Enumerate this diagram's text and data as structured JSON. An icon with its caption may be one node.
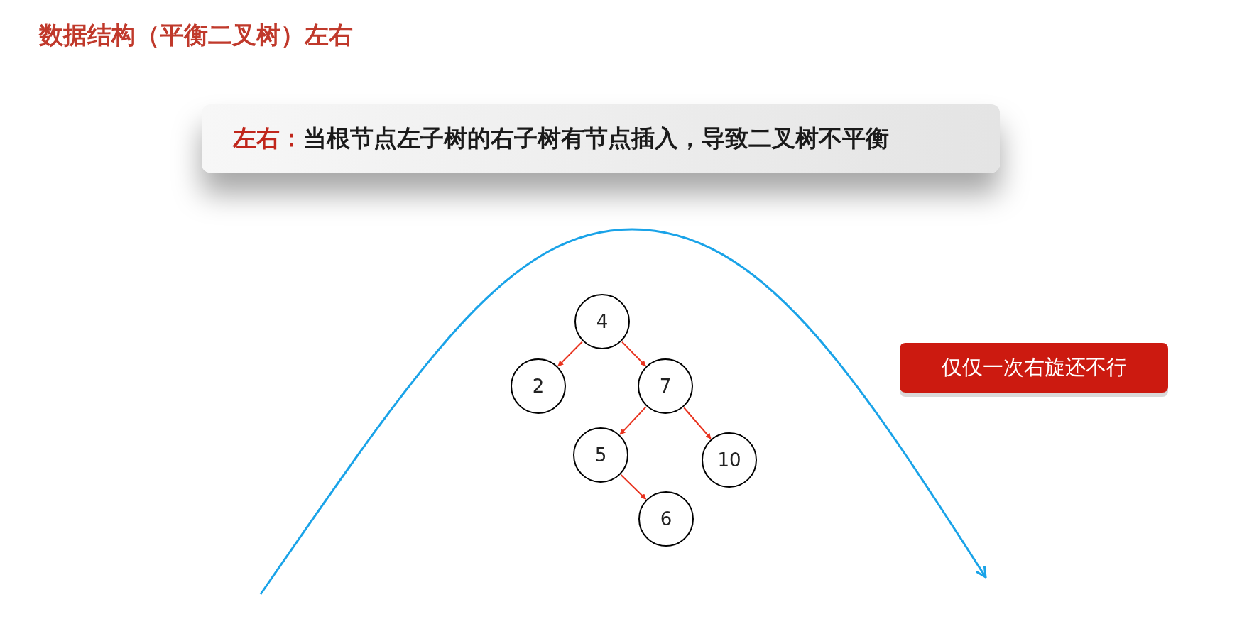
{
  "diagram": {
    "title": "数据结构（平衡二叉树）左右",
    "nodes": [
      {
        "text": [
          "左右：",
          "当根节点左子树的右子树有节点插入，导致二叉树不平衡"
        ]
      },
      {
        "text": [
          "4"
        ]
      },
      {
        "text": [
          "2"
        ]
      },
      {
        "text": [
          "7"
        ]
      },
      {
        "text": [
          "5"
        ]
      },
      {
        "text": [
          "10"
        ]
      },
      {
        "text": [
          "6"
        ]
      },
      {
        "text": [
          "仅仅一次右旋还不行"
        ]
      }
    ],
    "edges": [
      {
        "from": 1,
        "to": 2,
        "arrow": "to"
      },
      {
        "from": 1,
        "to": 3,
        "arrow": "to"
      },
      {
        "from": 3,
        "to": 4,
        "arrow": "to"
      },
      {
        "from": 3,
        "to": 5,
        "arrow": "to"
      },
      {
        "from": 4,
        "to": 6,
        "arrow": "to"
      }
    ]
  }
}
